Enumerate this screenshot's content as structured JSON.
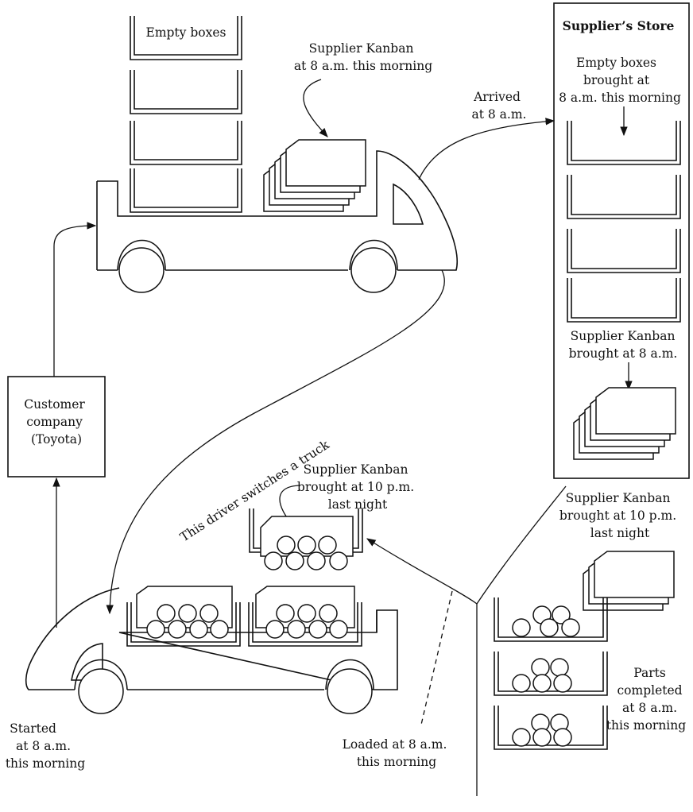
{
  "supplier_store": {
    "title": "Supplier’s Store",
    "empty_boxes_label": [
      "Empty boxes",
      "brought at",
      "8 a.m. this morning"
    ],
    "kanban_label": [
      "Supplier Kanban",
      "brought at 8 a.m."
    ]
  },
  "top_truck": {
    "empty_boxes_label": "Empty boxes",
    "kanban_label": [
      "Supplier Kanban",
      "at 8 a.m. this morning"
    ],
    "arrived_label": [
      "Arrived",
      "at 8 a.m."
    ]
  },
  "customer": {
    "label": [
      "Customer",
      "company",
      "(Toyota)"
    ]
  },
  "driver_label": "This driver switches a truck",
  "bottom_truck": {
    "started_label": [
      "Started",
      "at 8 a.m.",
      "this morning"
    ],
    "loaded_label": [
      "Loaded at 8 a.m.",
      "this morning"
    ]
  },
  "center_kanban_label": [
    "Supplier Kanban",
    "brought at 10 p.m.",
    "last night"
  ],
  "right_kanban_label": [
    "Supplier Kanban",
    "brought at 10 p.m.",
    "last night"
  ],
  "parts_label": [
    "Parts",
    "completed",
    "at 8 a.m.",
    "this morning"
  ]
}
